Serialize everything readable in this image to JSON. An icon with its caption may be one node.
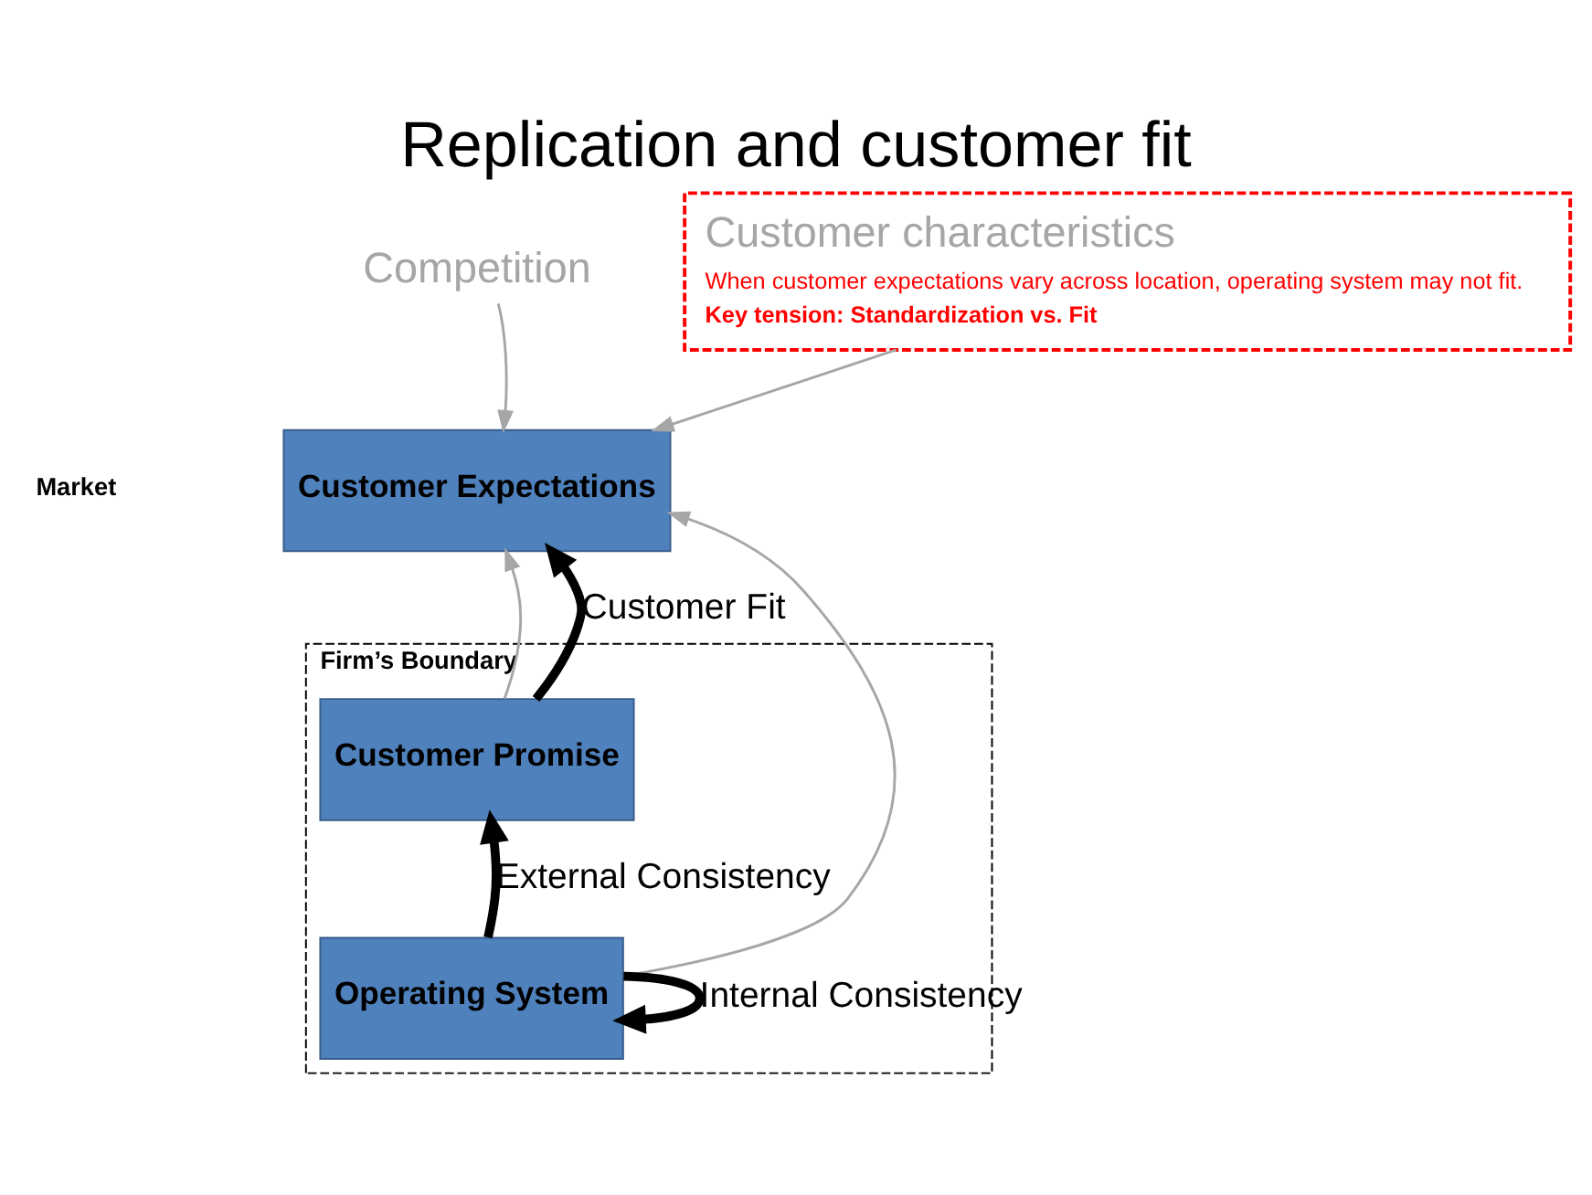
{
  "diagram": {
    "title": "Replication and customer fit",
    "nodes": [
      {
        "text": [
          "Competition"
        ]
      },
      {
        "text": [
          "Customer characteristics",
          "When customer expectations vary across location, operating system may not fit.",
          "Key tension: Standardization vs. Fit"
        ]
      },
      {
        "text": [
          "Customer Expectations"
        ]
      },
      {
        "text": [
          "Firm’s Boundary"
        ]
      },
      {
        "text": [
          "Customer Promise"
        ],
        "in": 3
      },
      {
        "text": [
          "Operating System"
        ],
        "in": 3
      }
    ],
    "edges": [
      {
        "from": 0,
        "to": 2,
        "arrow": "to"
      },
      {
        "from": 1,
        "to": 2,
        "arrow": "to"
      },
      {
        "from": 4,
        "to": 2,
        "arrow": "to"
      },
      {
        "from": 5,
        "to": 2,
        "arrow": "to"
      },
      {
        "from": 4,
        "to": 2,
        "arrow": "to",
        "label": "Customer Fit",
        "style": "thick",
        "color": "#000000"
      },
      {
        "from": 5,
        "to": 4,
        "arrow": "to",
        "label": "External Consistency",
        "style": "thick",
        "color": "#000000"
      },
      {
        "from": 5,
        "to": 5,
        "arrow": "to",
        "label": "Internal Consistency",
        "style": "thick",
        "color": "#000000"
      }
    ],
    "labels": [
      "Market"
    ]
  }
}
